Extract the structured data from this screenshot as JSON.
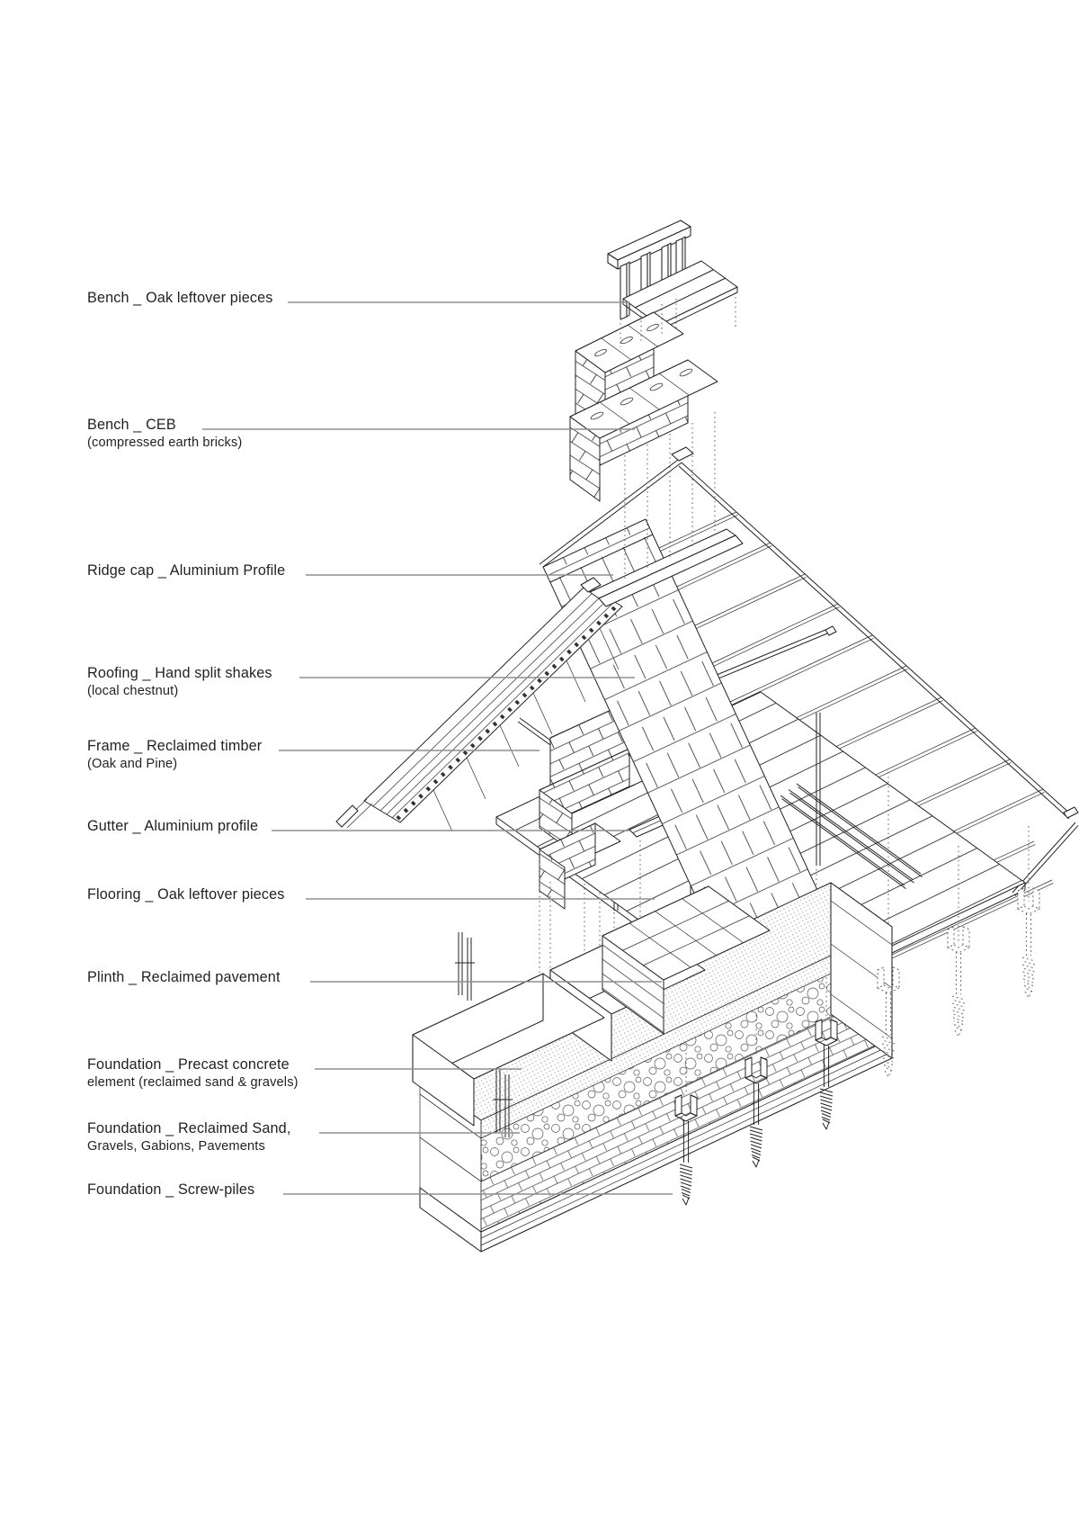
{
  "colors": {
    "line": "#222222",
    "leader": "#8f8f8f",
    "text": "#231f20",
    "background": "#ffffff"
  },
  "labels": [
    {
      "text": "Bench _ Oak leftover pieces",
      "sub": ""
    },
    {
      "text": "Bench _ CEB",
      "sub": "(compressed earth bricks)"
    },
    {
      "text": "Ridge cap _ Aluminium Profile",
      "sub": ""
    },
    {
      "text": "Roofing _ Hand split shakes",
      "sub": "(local chestnut)"
    },
    {
      "text": "Frame _ Reclaimed timber",
      "sub": "(Oak and Pine)"
    },
    {
      "text": "Gutter _ Aluminium profile",
      "sub": ""
    },
    {
      "text": "Flooring _ Oak leftover pieces",
      "sub": ""
    },
    {
      "text": "Plinth _ Reclaimed pavement",
      "sub": ""
    },
    {
      "text": "Foundation _ Precast concrete",
      "sub": "element (reclaimed sand & gravels)"
    },
    {
      "text": "Foundation _ Reclaimed Sand,",
      "sub": "Gravels, Gabions, Pavements"
    },
    {
      "text": "Foundation _ Screw-piles",
      "sub": ""
    }
  ]
}
